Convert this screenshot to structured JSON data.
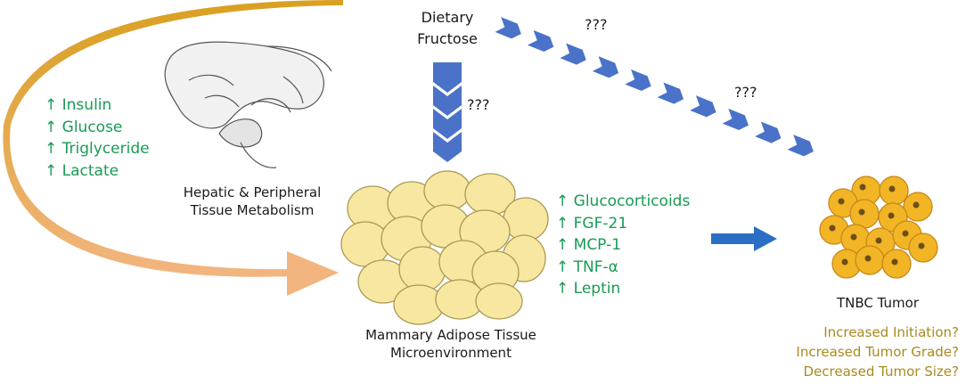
{
  "colors": {
    "curved_arrow": "#f2b580",
    "chevron_blue": "#4a72c8",
    "arrow_blue": "#2a6fc4",
    "adipocyte_fill": "#f7e7a0",
    "adipocyte_stroke": "#a99a55",
    "tumor_fill": "#f2b525",
    "tumor_nucleus": "#6e4e18",
    "marker_green": "#1a9a55",
    "outcome_gold": "#a88a1c"
  },
  "labels": {
    "dietary_fructose": [
      "Dietary",
      "Fructose"
    ],
    "hepatic": [
      "Hepatic & Peripheral",
      "Tissue Metabolism"
    ],
    "mammary": [
      "Mammary Adipose Tissue",
      "Microenvironment"
    ],
    "tnbc": "TNBC Tumor",
    "q_down": "???",
    "q_diag_top": "???",
    "q_diag_mid": "???"
  },
  "systemic_markers": [
    "↑ Insulin",
    "↑ Glucose",
    "↑ Triglyceride",
    "↑ Lactate"
  ],
  "adipose_markers": [
    "↑ Glucocorticoids",
    "↑ FGF-21",
    "↑ MCP-1",
    "↑ TNF-α",
    "↑ Leptin"
  ],
  "tumor_outcomes": [
    "Increased Initiation?",
    "Increased Tumor Grade?",
    "Decreased Tumor Size?"
  ],
  "icons": [
    "liver-illustration",
    "adipocyte-cluster",
    "tumor-cell-cluster",
    "chevron-arrow",
    "right-arrow"
  ]
}
